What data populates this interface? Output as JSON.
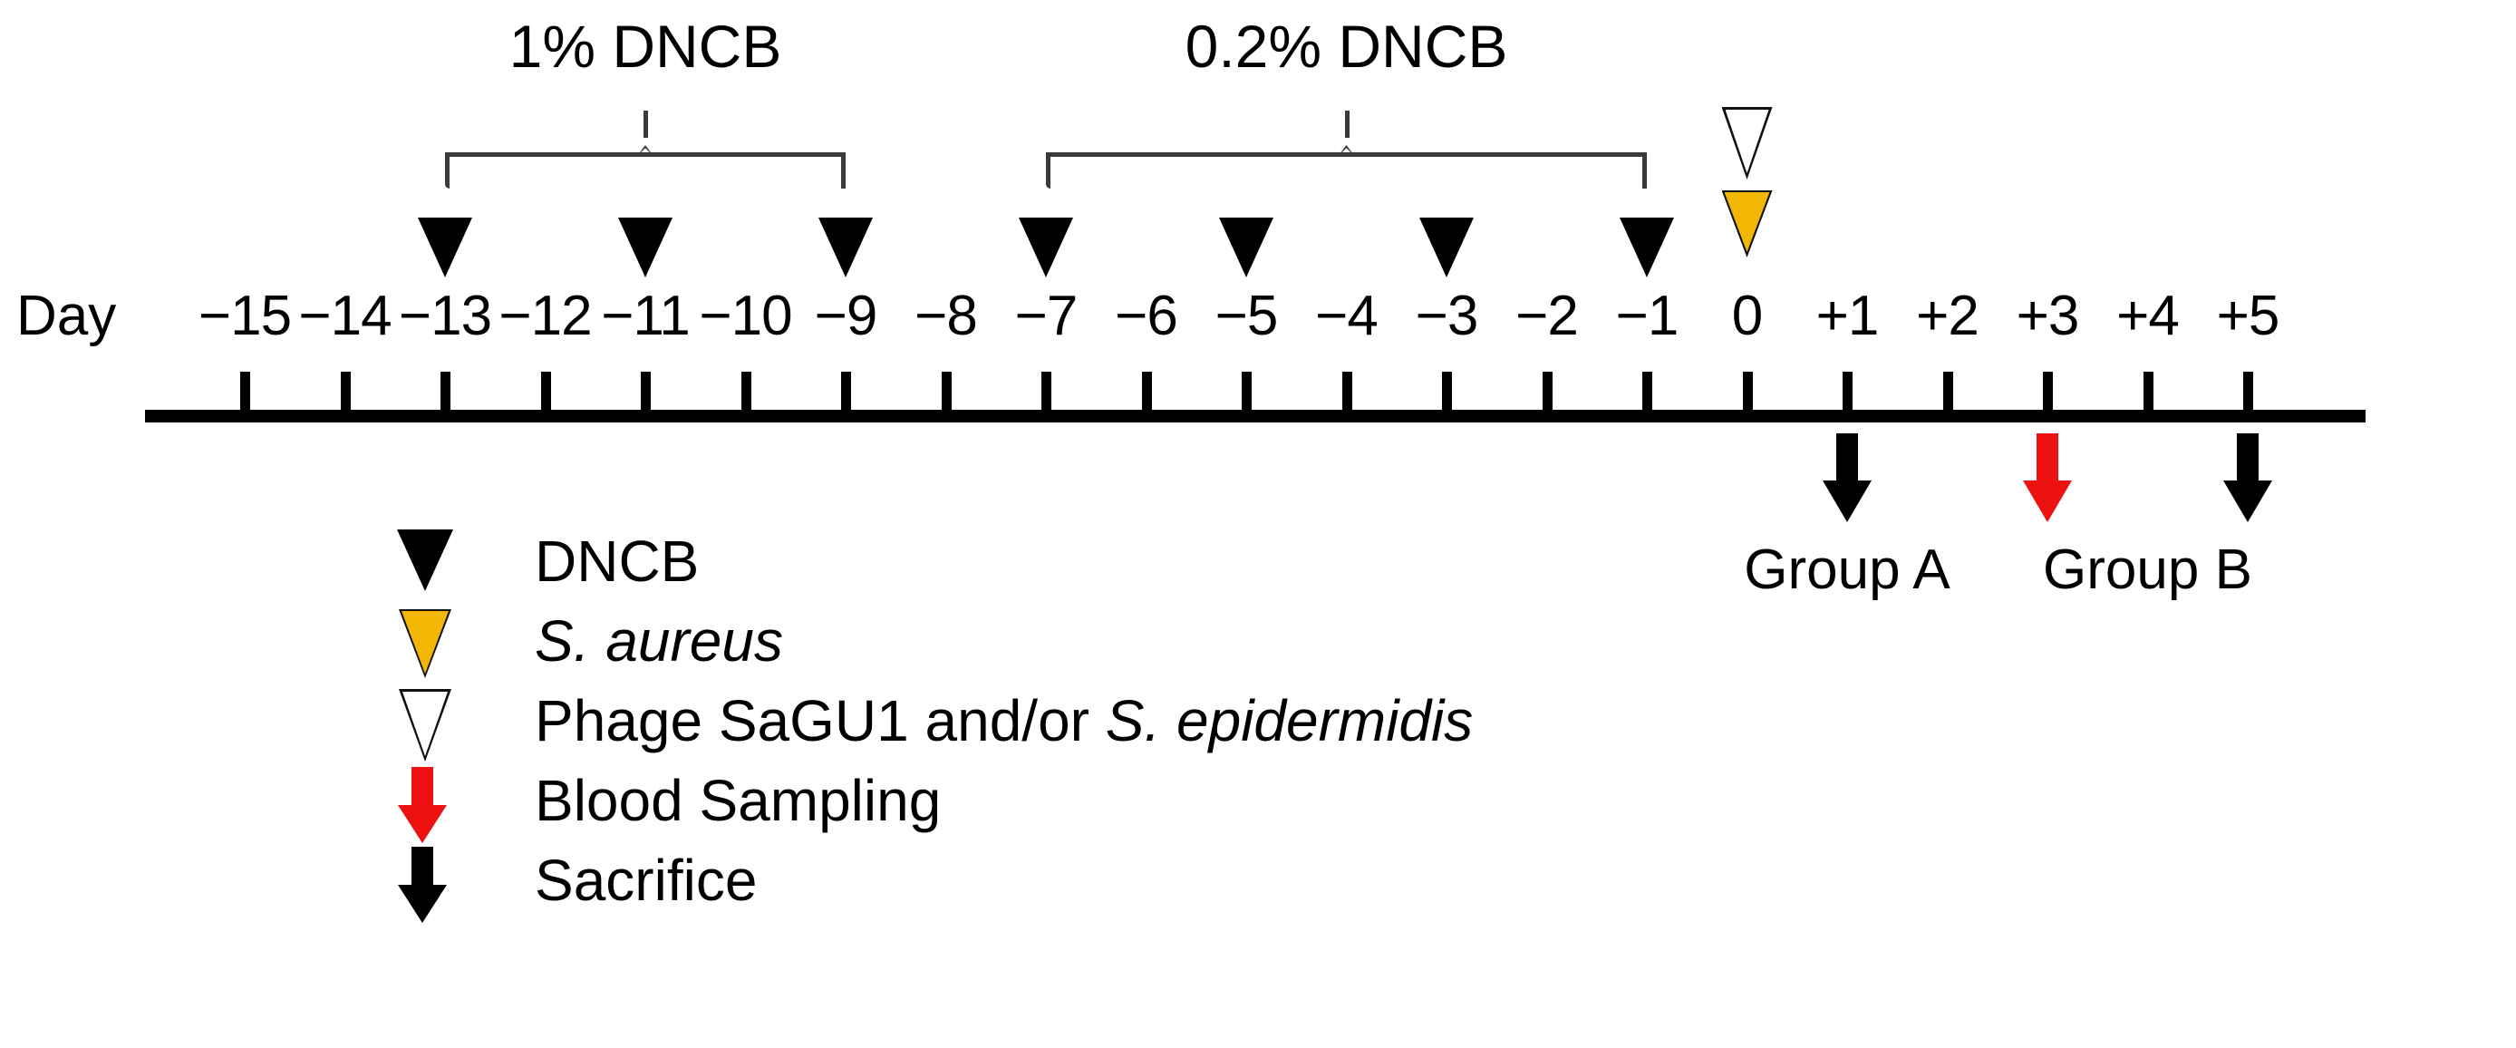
{
  "axis": {
    "label": "Day",
    "ticks": [
      {
        "value": -15,
        "label": "−15"
      },
      {
        "value": -14,
        "label": "−14"
      },
      {
        "value": -13,
        "label": "−13"
      },
      {
        "value": -12,
        "label": "−12"
      },
      {
        "value": -11,
        "label": "−11"
      },
      {
        "value": -10,
        "label": "−10"
      },
      {
        "value": -9,
        "label": "−9"
      },
      {
        "value": -8,
        "label": "−8"
      },
      {
        "value": -7,
        "label": "−7"
      },
      {
        "value": -6,
        "label": "−6"
      },
      {
        "value": -5,
        "label": "−5"
      },
      {
        "value": -4,
        "label": "−4"
      },
      {
        "value": -3,
        "label": "−3"
      },
      {
        "value": -2,
        "label": "−2"
      },
      {
        "value": -1,
        "label": "−1"
      },
      {
        "value": 0,
        "label": "0"
      },
      {
        "value": 1,
        "label": "+1"
      },
      {
        "value": 2,
        "label": "+2"
      },
      {
        "value": 3,
        "label": "+3"
      },
      {
        "value": 4,
        "label": "+4"
      },
      {
        "value": 5,
        "label": "+5"
      }
    ]
  },
  "brackets": [
    {
      "label": "1% DNCB",
      "from_day": -13,
      "to_day": -9
    },
    {
      "label": "0.2% DNCB",
      "from_day": -7,
      "to_day": -1
    }
  ],
  "markers": {
    "dncb_days": [
      -13,
      -11,
      -9,
      -7,
      -5,
      -3,
      -1
    ],
    "s_aureus_days": [
      0
    ],
    "phage_days": [
      0
    ]
  },
  "below_axis_arrows": [
    {
      "day": 1,
      "type": "sacrifice",
      "color": "#000000"
    },
    {
      "day": 3,
      "type": "blood-sampling",
      "color": "#EE1111"
    },
    {
      "day": 5,
      "type": "sacrifice",
      "color": "#000000"
    }
  ],
  "group_labels": [
    {
      "text": "Group A",
      "day": 1
    },
    {
      "text": "Group B",
      "day": 4
    }
  ],
  "legend": [
    {
      "icon": "black-triangle-down",
      "text": "DNCB",
      "italic_part": "",
      "color": "#000000"
    },
    {
      "icon": "yellow-triangle-down",
      "text": "",
      "italic_part": "S. aureus",
      "color": "#F2B705"
    },
    {
      "icon": "white-triangle-down",
      "text": "Phage SaGU1 and/or ",
      "italic_part": "S. epidermidis",
      "color": "#FFFFFF"
    },
    {
      "icon": "red-down-arrow",
      "text": "Blood Sampling",
      "italic_part": "",
      "color": "#EE1111"
    },
    {
      "icon": "black-down-arrow",
      "text": "Sacrifice",
      "italic_part": "",
      "color": "#000000"
    }
  ],
  "colors": {
    "black": "#000000",
    "yellow": "#F2B705",
    "red": "#EE1111",
    "bracket_gray": "#3a3a3a"
  }
}
